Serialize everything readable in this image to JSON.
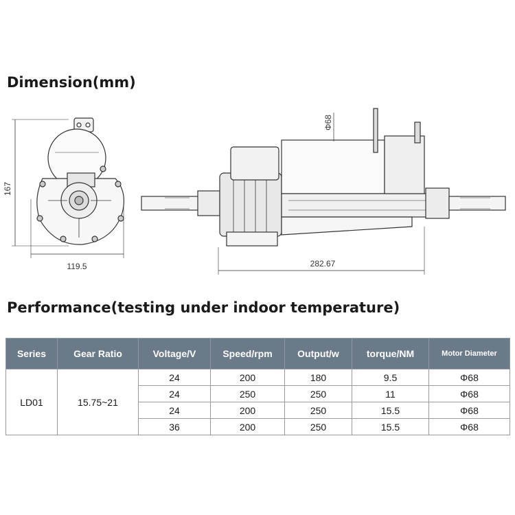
{
  "headings": {
    "dimension": "Dimension(mm)",
    "performance": "Performance(testing under indoor temperature)"
  },
  "drawing": {
    "height_label": "167",
    "width_label": "119.5",
    "length_label": "282.67",
    "diameter_label": "Φ68"
  },
  "table": {
    "headers": [
      "Series",
      "Gear Ratio",
      "Voltage/V",
      "Speed/rpm",
      "Output/w",
      "torque/NM",
      "Motor Diameter"
    ],
    "series": "LD01",
    "gear_ratio": "15.75~21",
    "rows": [
      [
        "24",
        "200",
        "180",
        "9.5",
        "Φ68"
      ],
      [
        "24",
        "250",
        "250",
        "11",
        "Φ68"
      ],
      [
        "24",
        "200",
        "250",
        "15.5",
        "Φ68"
      ],
      [
        "36",
        "200",
        "250",
        "15.5",
        "Φ68"
      ]
    ]
  }
}
